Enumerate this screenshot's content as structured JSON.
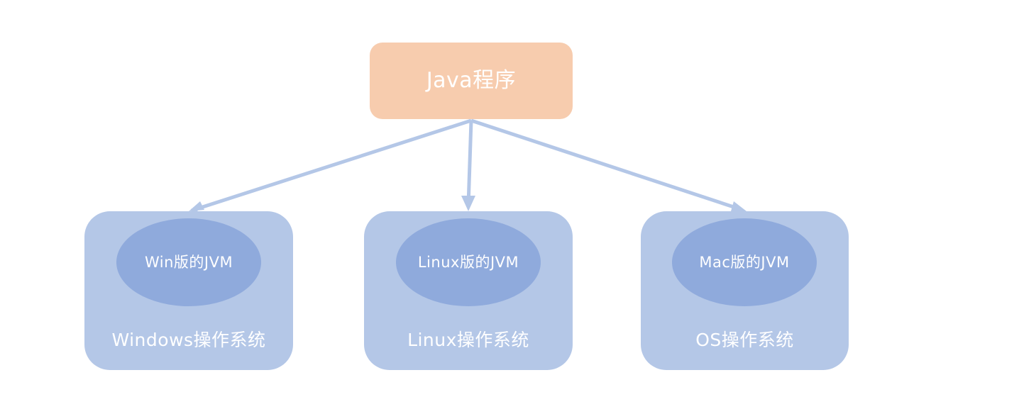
{
  "root": {
    "label": "Java程序"
  },
  "platforms": [
    {
      "jvm_label": "Win版的JVM",
      "os_label": "Windows操作系统"
    },
    {
      "jvm_label": "Linux版的JVM",
      "os_label": "Linux操作系统"
    },
    {
      "jvm_label": "Mac版的JVM",
      "os_label": "OS操作系统"
    }
  ],
  "colors": {
    "root_fill": "#f7ccae",
    "platform_fill": "#b4c7e7",
    "jvm_fill": "#8faadc",
    "arrow": "#b4c7e7",
    "text": "#ffffff"
  }
}
